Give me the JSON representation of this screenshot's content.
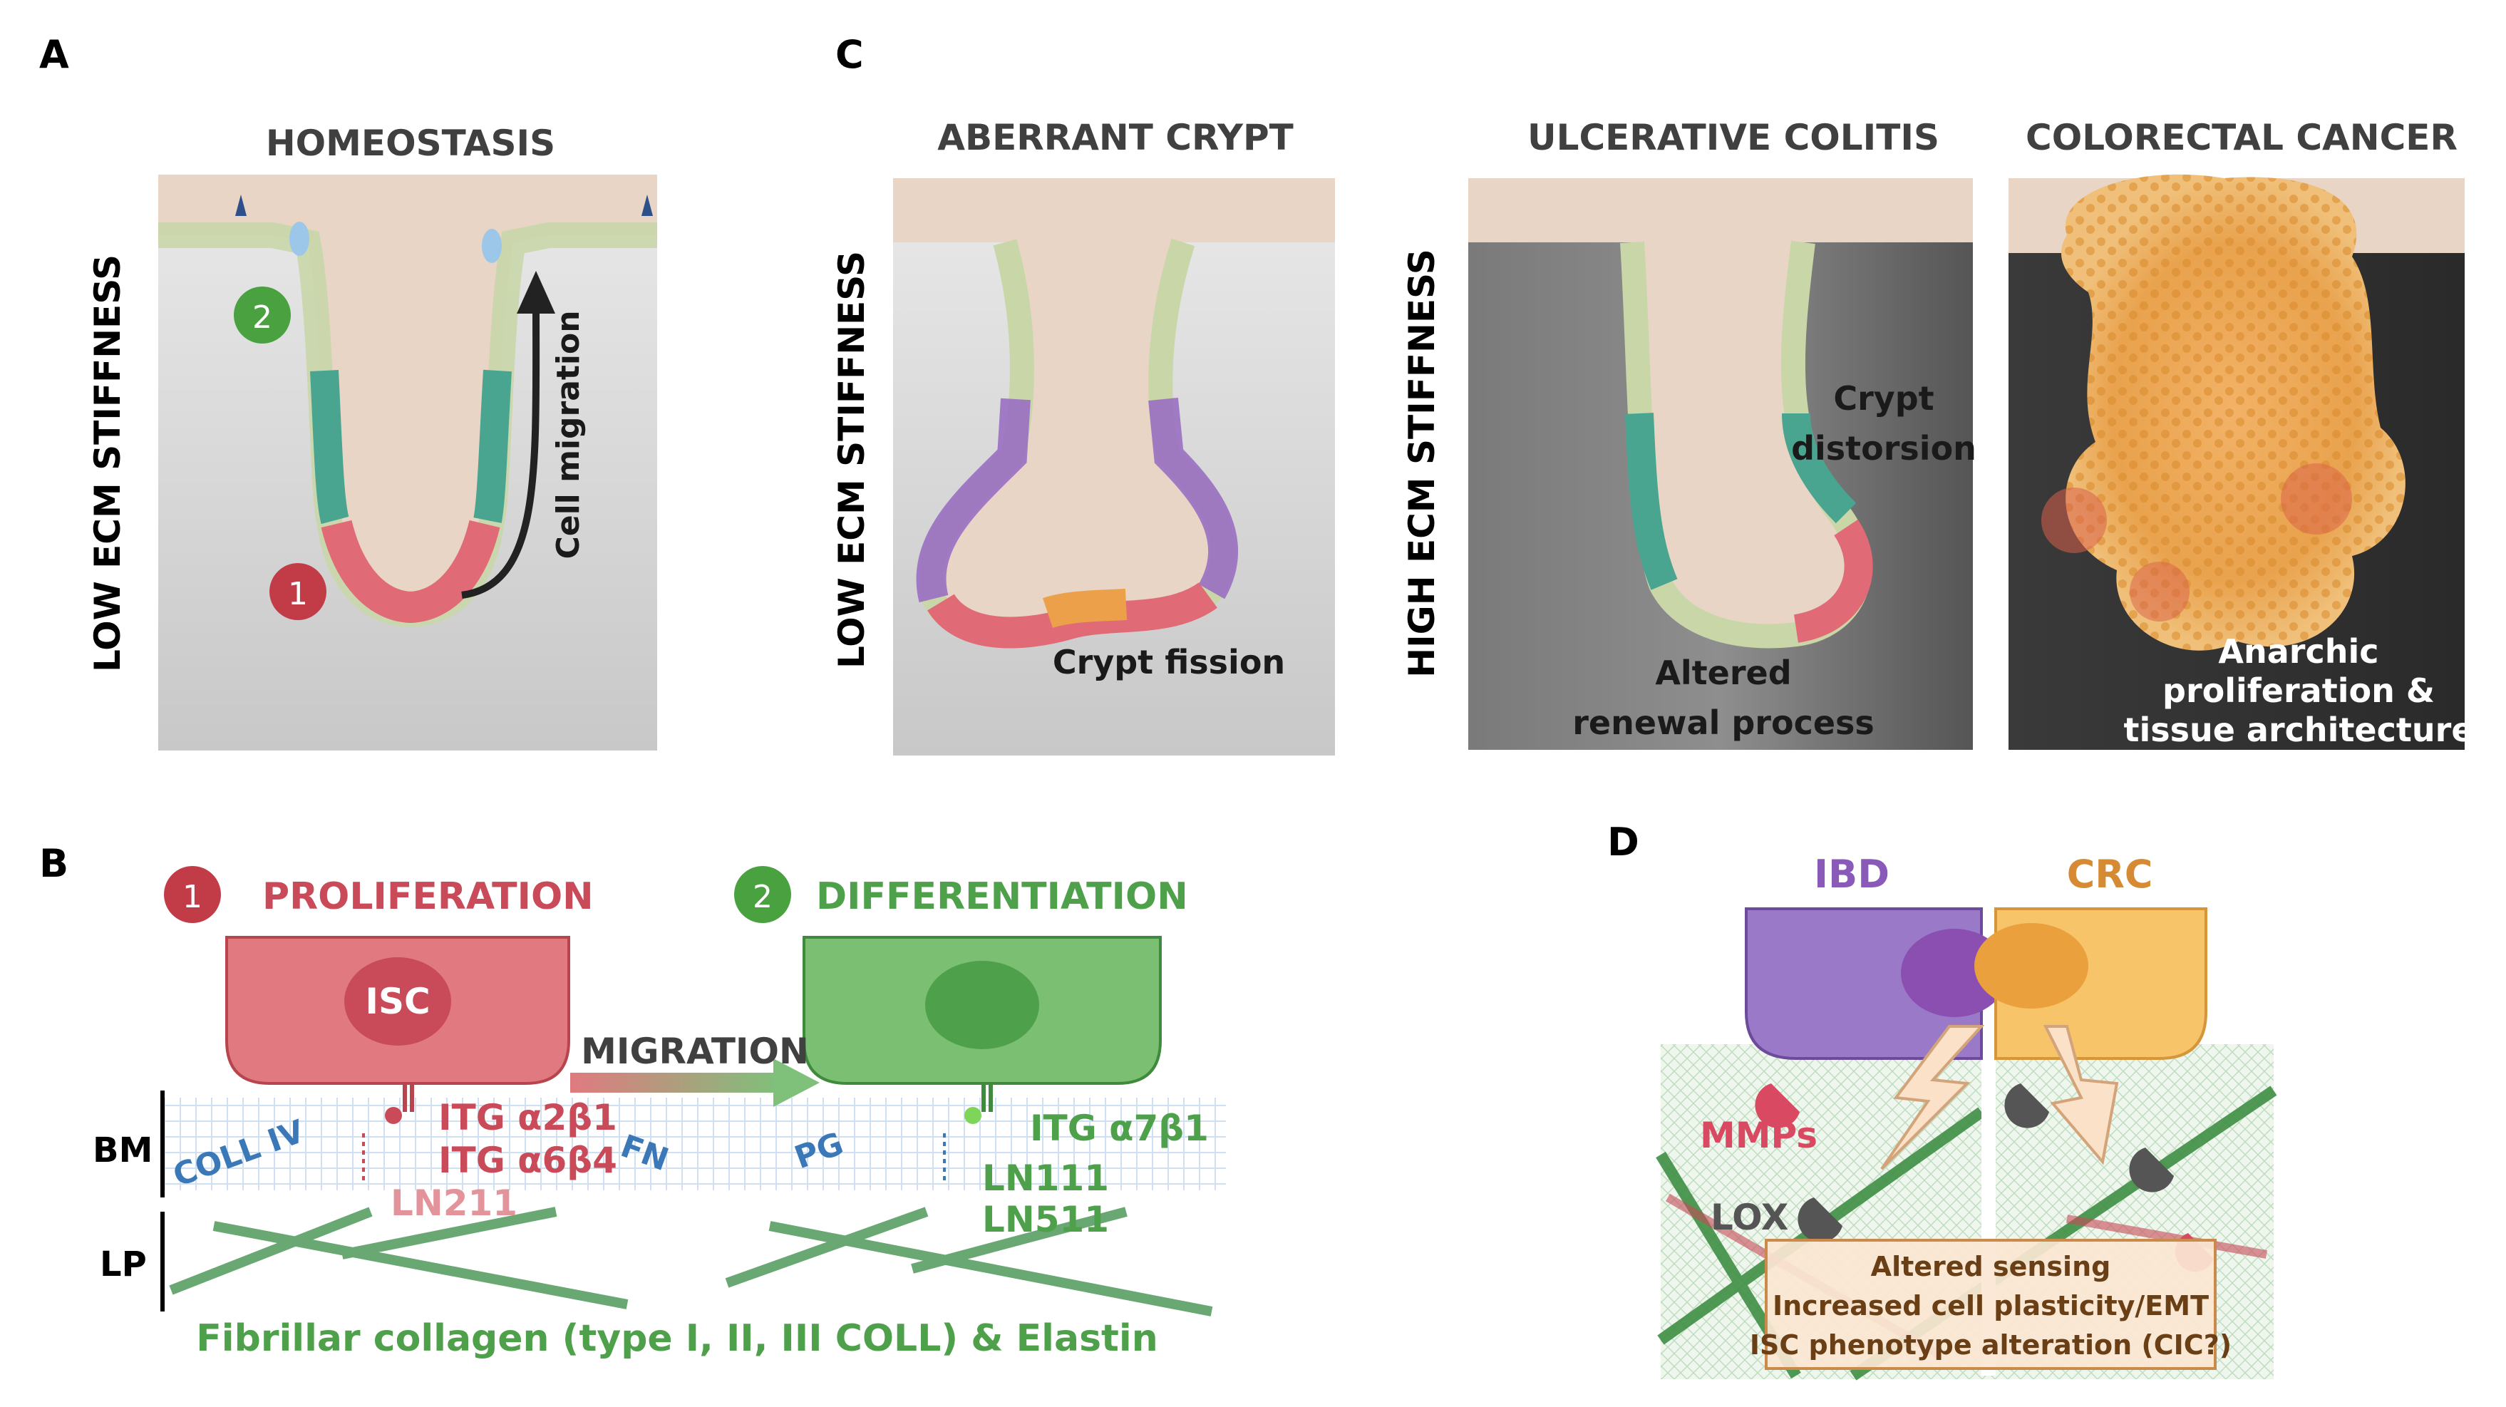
{
  "panels": {
    "a": {
      "letter": "A",
      "title": "HOMEOSTASIS",
      "side_label": "LOW ECM STIFFNESS",
      "badge_1": "1",
      "badge_2": "2",
      "arrow_label": "Cell migration"
    },
    "c": {
      "letter": "C",
      "aberrant": {
        "title": "ABERRANT CRYPT",
        "side_label": "LOW ECM STIFFNESS",
        "note": "Crypt fission"
      },
      "uc": {
        "title": "ULCERATIVE COLITIS",
        "side_label": "HIGH ECM STIFFNESS",
        "note_top": [
          "Crypt",
          "distorsion"
        ],
        "note_bottom": [
          "Altered",
          "renewal process"
        ]
      },
      "crc": {
        "title": "COLORECTAL CANCER",
        "note": [
          "Anarchic",
          "proliferation &",
          "tissue architecture"
        ]
      }
    },
    "b": {
      "letter": "B",
      "badge_1": "1",
      "badge_2": "2",
      "proliferation": "PROLIFERATION",
      "differentiation": "DIFFERENTIATION",
      "isc": "ISC",
      "migration": "MIGRATION",
      "bm": "BM",
      "lp": "LP",
      "coll_iv": "COLL IV",
      "fn": "FN",
      "pg": "PG",
      "itg_a2b1": "ITG α2β1",
      "itg_a6b4": "ITG α6β4",
      "ln211": "LN211",
      "itg_a7b1": "ITG α7β1",
      "ln111": "LN111",
      "ln511": "LN511",
      "footer": "Fibrillar collagen (type I, II, III COLL) & Elastin"
    },
    "d": {
      "letter": "D",
      "ibd": "IBD",
      "crc": "CRC",
      "mmps": "MMPs",
      "lox": "LOX",
      "box": [
        "Altered sensing",
        "Increased cell plasticity/EMT",
        "ISC phenotype alteration (CIC?)"
      ]
    }
  },
  "colors": {
    "red": "#c94a58",
    "green": "#4ea14a",
    "purple": "#8a5ab8",
    "orange": "#d58a33",
    "blue_text": "#3b78b8",
    "tissue": "#e8d5c6"
  }
}
